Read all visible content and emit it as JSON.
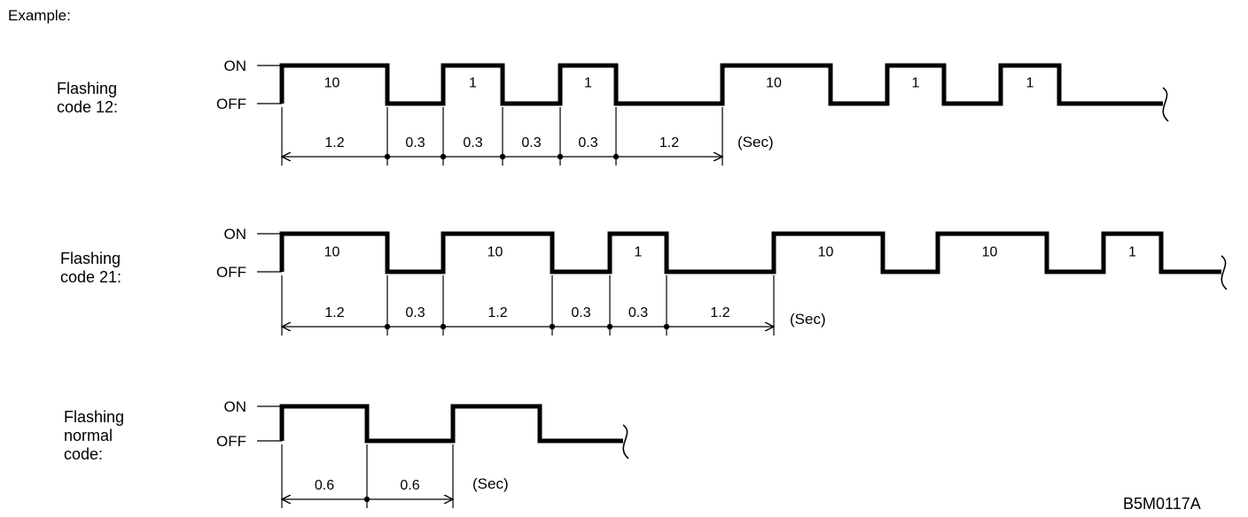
{
  "heading": "Example:",
  "figure_id": "B5M0117A",
  "levels": {
    "on": "ON",
    "off": "OFF"
  },
  "unit": "(Sec)",
  "rows": [
    {
      "label": [
        "Flashing",
        "code 12:"
      ],
      "pulses": [
        "10",
        "1",
        "1",
        "10",
        "1",
        "1"
      ],
      "durations": [
        "1.2",
        "0.3",
        "0.3",
        "0.3",
        "0.3",
        "1.2"
      ]
    },
    {
      "label": [
        "Flashing",
        "code 21:"
      ],
      "pulses": [
        "10",
        "10",
        "1",
        "10",
        "10",
        "1"
      ],
      "durations": [
        "1.2",
        "0.3",
        "1.2",
        "0.3",
        "0.3",
        "1.2"
      ]
    },
    {
      "label": [
        "Flashing",
        "normal",
        "code:"
      ],
      "pulses": [],
      "durations": [
        "0.6",
        "0.6"
      ]
    }
  ]
}
